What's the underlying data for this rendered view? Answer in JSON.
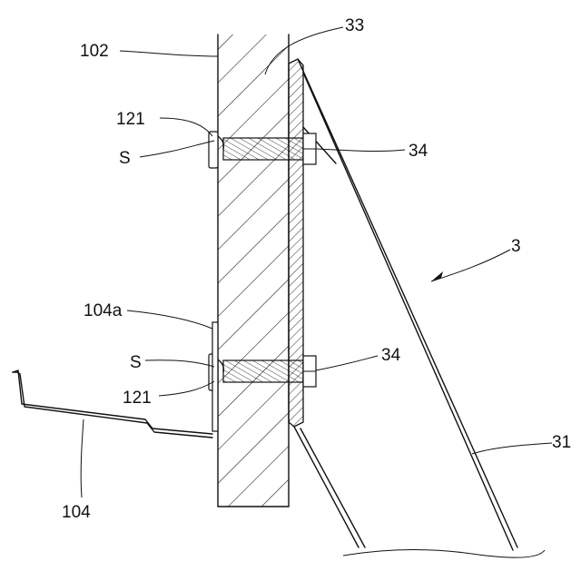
{
  "labels": {
    "wall": "102",
    "bracket_plate": "33",
    "washer_top": "121",
    "seal_top": "S",
    "bolt_top": "34",
    "assembly": "3",
    "hook_tab": "104a",
    "seal_bottom": "S",
    "bolt_bottom": "34",
    "washer_bottom": "121",
    "panel": "31",
    "hook": "104"
  },
  "colors": {
    "line": "#111111",
    "background": "#ffffff"
  }
}
